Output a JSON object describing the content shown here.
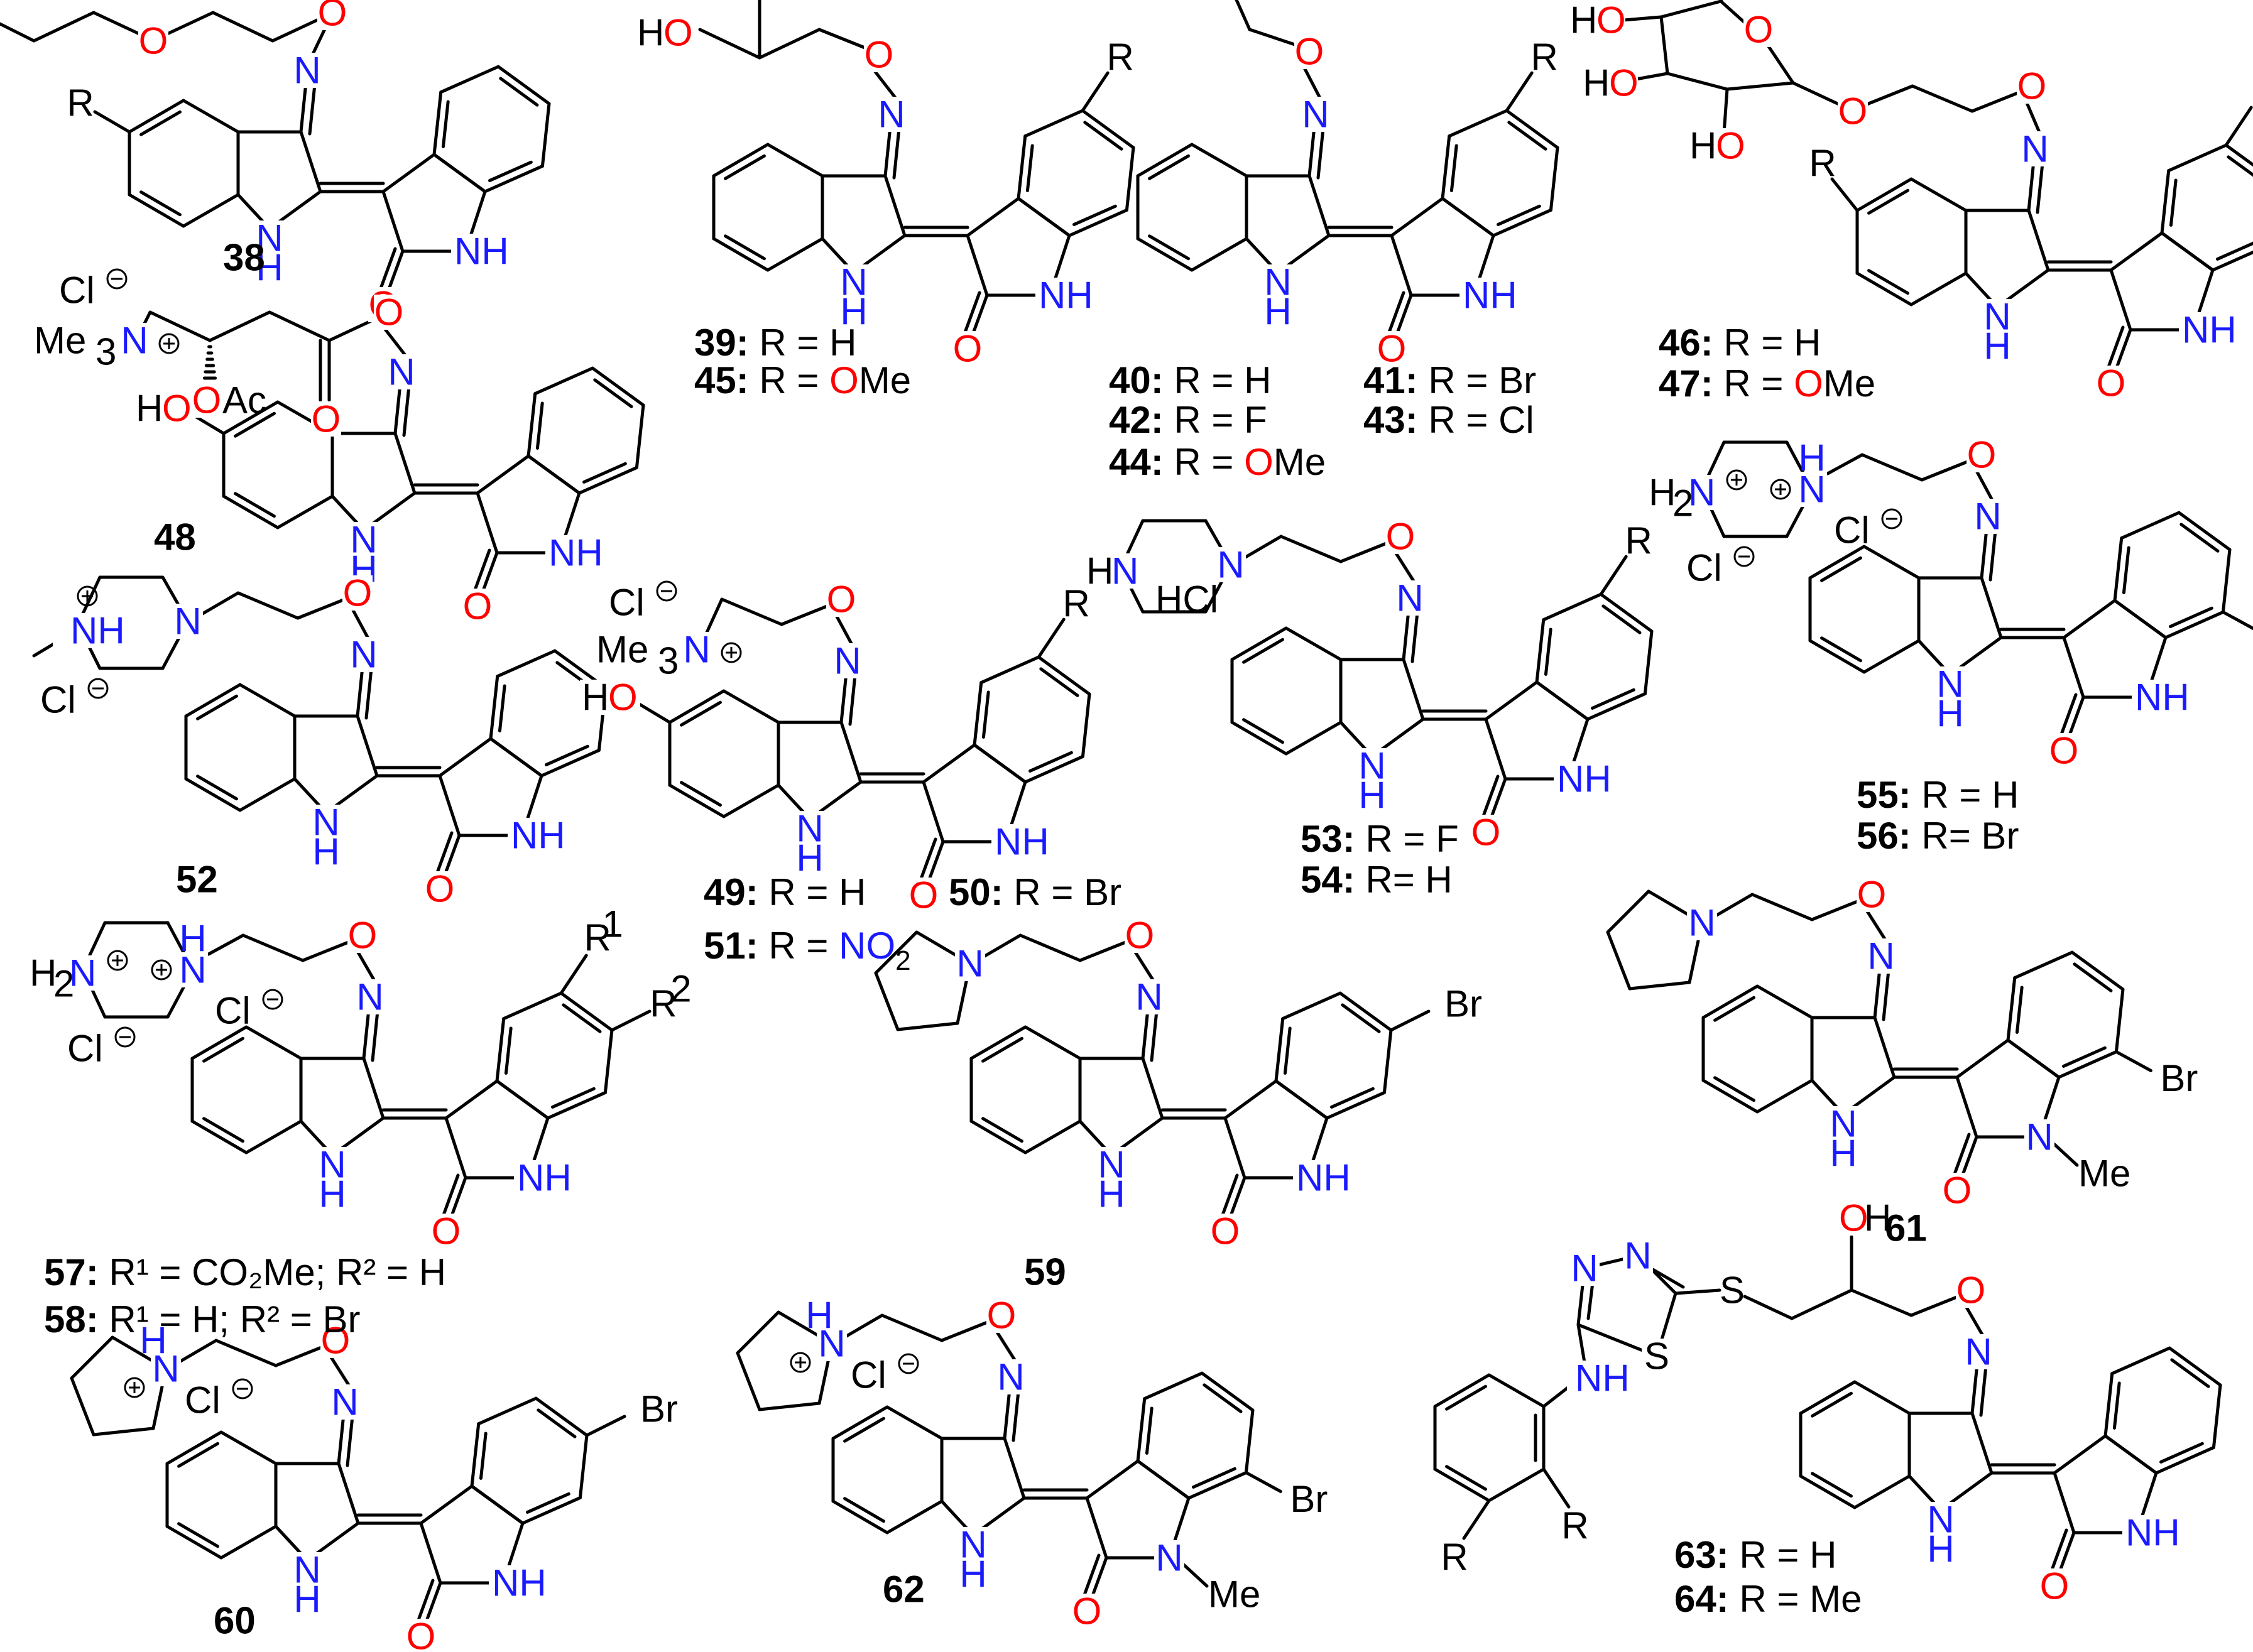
{
  "compounds": [
    {
      "id": "38",
      "labels": []
    },
    {
      "id": "39",
      "labels": [
        {
          "num": "39:",
          "pre": " R = H",
          "hl": "",
          "post": ""
        },
        {
          "num": "45:",
          "pre": " R = ",
          "hl": "O",
          "post": "Me"
        }
      ]
    },
    {
      "id": "40",
      "labels": [
        {
          "num": "40:",
          "pre": " R = H",
          "hl": "",
          "post": ""
        },
        {
          "num": "42:",
          "pre": " R = F",
          "hl": "",
          "post": ""
        },
        {
          "num": "44:",
          "pre": " R = ",
          "hl": "O",
          "post": "Me"
        },
        {
          "num": "41:",
          "pre": " R = Br",
          "hl": "",
          "post": ""
        },
        {
          "num": "43:",
          "pre": " R = Cl",
          "hl": "",
          "post": ""
        }
      ]
    },
    {
      "id": "46",
      "labels": [
        {
          "num": "46:",
          "pre": " R = H",
          "hl": "",
          "post": ""
        },
        {
          "num": "47:",
          "pre": " R = ",
          "hl": "O",
          "post": "Me"
        }
      ]
    },
    {
      "id": "48",
      "labels": []
    },
    {
      "id": "49",
      "labels": [
        {
          "num": "49:",
          "pre": " R = H",
          "hl": "",
          "post": ""
        },
        {
          "num": "50:",
          "pre": " R = Br",
          "hl": "",
          "post": ""
        },
        {
          "num": "51:",
          "pre": " R = ",
          "hl": "NO",
          "post": "2"
        }
      ]
    },
    {
      "id": "52",
      "labels": []
    },
    {
      "id": "53",
      "labels": [
        {
          "num": "53:",
          "pre": " R = F",
          "hl": "",
          "post": ""
        },
        {
          "num": "54:",
          "pre": " R= H",
          "hl": "",
          "post": ""
        }
      ]
    },
    {
      "id": "55",
      "labels": [
        {
          "num": "55:",
          "pre": " R = H",
          "hl": "",
          "post": ""
        },
        {
          "num": "56:",
          "pre": " R= Br",
          "hl": "",
          "post": ""
        }
      ]
    },
    {
      "id": "57",
      "labels": [
        {
          "num": "57:",
          "pre": " R¹ = CO₂Me; R² = H",
          "hl": "",
          "post": ""
        },
        {
          "num": "58:",
          "pre": " R¹ = H; R² = Br",
          "hl": "",
          "post": ""
        }
      ]
    },
    {
      "id": "59",
      "labels": []
    },
    {
      "id": "60",
      "labels": []
    },
    {
      "id": "61",
      "labels": []
    },
    {
      "id": "62",
      "labels": []
    },
    {
      "id": "63",
      "labels": [
        {
          "num": "63:",
          "pre": " R = H",
          "hl": "",
          "post": ""
        },
        {
          "num": "64:",
          "pre": " R = Me",
          "hl": "",
          "post": ""
        }
      ]
    }
  ],
  "substituent_labels": {
    "R": "R",
    "R1": "R",
    "R1_sup": "1",
    "R2": "R",
    "R2_sup": "2",
    "Br": "Br",
    "Me": "Me",
    "Cl": "Cl",
    "HCl": "HCl",
    "OH": "OH",
    "HO": "HO",
    "Ac": "Ac",
    "S": "S",
    "Me3": "Me",
    "Me3_sub": "3",
    "H2": "H",
    "H2_sub": "2"
  },
  "atom_labels": {
    "N": "N",
    "O": "O",
    "NH": "NH",
    "H": "H"
  },
  "colors": {
    "nitrogen": "#1a1aff",
    "oxygen": "#ff0000",
    "bond": "#000000"
  }
}
